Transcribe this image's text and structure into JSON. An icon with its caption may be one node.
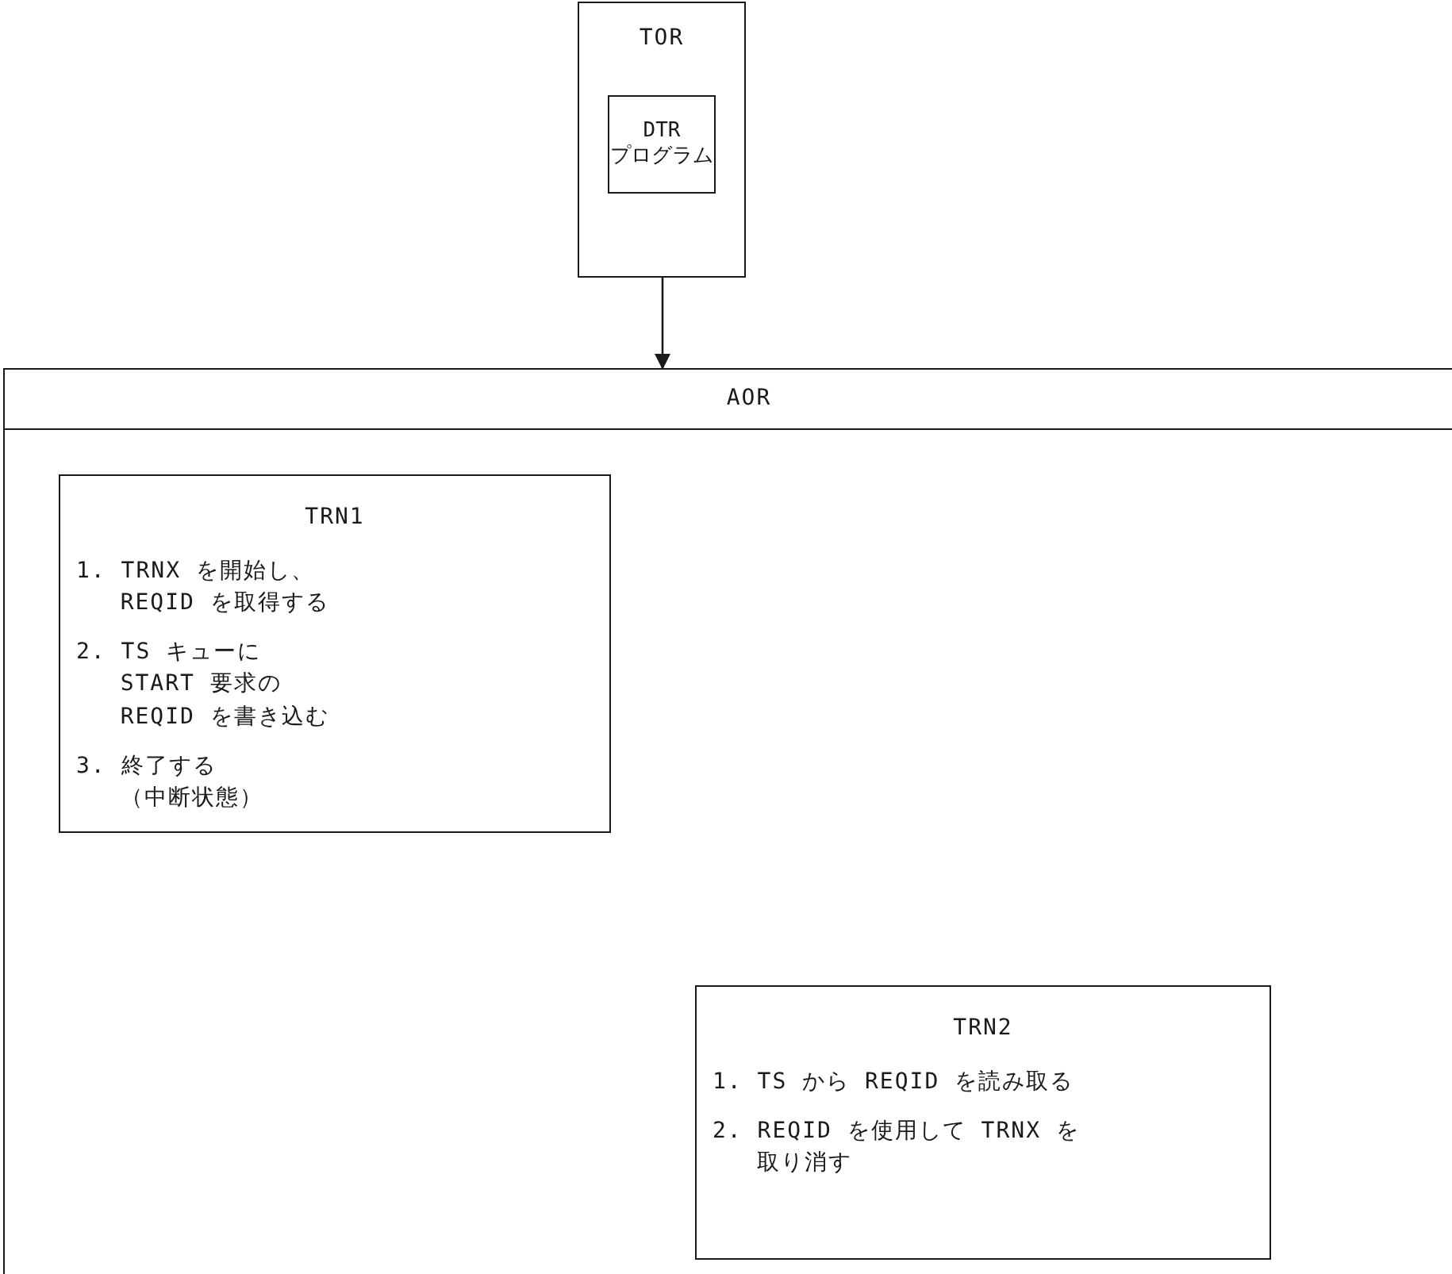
{
  "diagram": {
    "nodes": [
      {
        "text": [
          "TOR"
        ]
      },
      {
        "text": [
          "DTR プログラム"
        ],
        "in": 0
      },
      {
        "text": [
          "AOR"
        ]
      },
      {
        "text": [
          "TRN1",
          "1. TRNX を開始し、 REQID を取得する",
          "2. TS キューに START 要求の REQID を書き込む",
          "3. 終了する（中断状態）"
        ],
        "in": 2
      },
      {
        "text": [
          "TRN2",
          "1. TS から REQID を読み取る",
          "2. REQID を使用して TRNX を取り消す"
        ],
        "in": 2
      }
    ],
    "edges": [
      {
        "from": 0,
        "to": 2,
        "arrow": "to"
      }
    ]
  }
}
